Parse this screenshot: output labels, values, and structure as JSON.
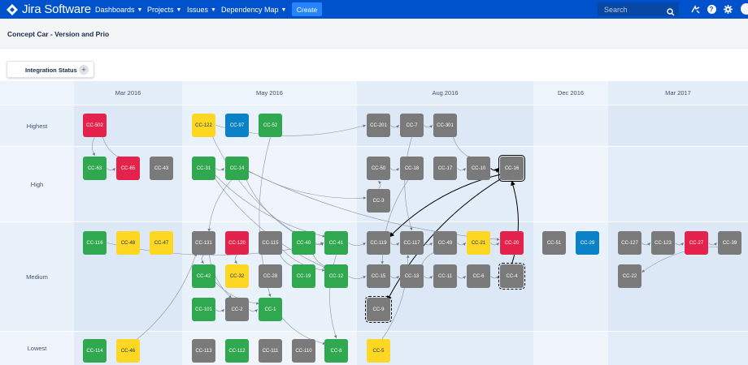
{
  "app": {
    "name": "Jira Software"
  },
  "nav": {
    "menus": [
      {
        "label": "Dashboards"
      },
      {
        "label": "Projects"
      },
      {
        "label": "Issues"
      },
      {
        "label": "Dependency Map"
      }
    ],
    "create_label": "Create",
    "search_placeholder": "Search"
  },
  "page": {
    "title": "Concept Car - Version and Prio"
  },
  "integration": {
    "label": "Integration Status"
  },
  "matrix": {
    "columns": [
      "Mar 2016",
      "May 2016",
      "Aug 2016",
      "Dec 2016",
      "Mar 2017"
    ],
    "rows": [
      "Highest",
      "High",
      "Medium",
      "Lowest"
    ],
    "issues": [
      {
        "key": "CC-502",
        "color": "red"
      },
      {
        "key": "CC-63",
        "color": "green"
      },
      {
        "key": "CC-65",
        "color": "red"
      },
      {
        "key": "CC-43",
        "color": "grey"
      },
      {
        "key": "CC-116",
        "color": "green"
      },
      {
        "key": "CC-48",
        "color": "yellow"
      },
      {
        "key": "CC-47",
        "color": "yellow"
      },
      {
        "key": "CC-114",
        "color": "green"
      },
      {
        "key": "CC-46",
        "color": "yellow"
      },
      {
        "key": "CC-122",
        "color": "yellow"
      },
      {
        "key": "CC-97",
        "color": "blue"
      },
      {
        "key": "CC-52",
        "color": "green"
      },
      {
        "key": "CC-31",
        "color": "green"
      },
      {
        "key": "CC-14",
        "color": "green"
      },
      {
        "key": "CC-131",
        "color": "grey"
      },
      {
        "key": "CC-120",
        "color": "red"
      },
      {
        "key": "CC-115",
        "color": "grey"
      },
      {
        "key": "CC-40",
        "color": "green"
      },
      {
        "key": "CC-41",
        "color": "green"
      },
      {
        "key": "CC-42",
        "color": "green"
      },
      {
        "key": "CC-32",
        "color": "yellow"
      },
      {
        "key": "CC-28",
        "color": "grey"
      },
      {
        "key": "CC-19",
        "color": "green"
      },
      {
        "key": "CC-12",
        "color": "green"
      },
      {
        "key": "CC-101",
        "color": "green"
      },
      {
        "key": "CC-2",
        "color": "grey"
      },
      {
        "key": "CC-1",
        "color": "green"
      },
      {
        "key": "CC-113",
        "color": "grey"
      },
      {
        "key": "CC-112",
        "color": "green"
      },
      {
        "key": "CC-111",
        "color": "grey"
      },
      {
        "key": "CC-110",
        "color": "grey"
      },
      {
        "key": "CC-8",
        "color": "green"
      },
      {
        "key": "CC-201",
        "color": "grey"
      },
      {
        "key": "CC-7",
        "color": "grey"
      },
      {
        "key": "CC-301",
        "color": "grey"
      },
      {
        "key": "CC-50",
        "color": "grey"
      },
      {
        "key": "CC-18",
        "color": "grey"
      },
      {
        "key": "CC-17",
        "color": "grey"
      },
      {
        "key": "CC-10",
        "color": "grey"
      },
      {
        "key": "CC-16",
        "color": "grey",
        "state": "selected"
      },
      {
        "key": "CC-3",
        "color": "grey"
      },
      {
        "key": "CC-119",
        "color": "grey"
      },
      {
        "key": "CC-117",
        "color": "grey"
      },
      {
        "key": "CC-49",
        "color": "grey"
      },
      {
        "key": "CC-21",
        "color": "yellow"
      },
      {
        "key": "CC-20",
        "color": "red"
      },
      {
        "key": "CC-15",
        "color": "grey"
      },
      {
        "key": "CC-13",
        "color": "grey"
      },
      {
        "key": "CC-11",
        "color": "grey"
      },
      {
        "key": "CC-6",
        "color": "grey"
      },
      {
        "key": "CC-4",
        "color": "grey",
        "state": "dashed"
      },
      {
        "key": "CC-9",
        "color": "grey",
        "state": "dashed"
      },
      {
        "key": "CC-5",
        "color": "yellow"
      },
      {
        "key": "CC-51",
        "color": "grey"
      },
      {
        "key": "CC-29",
        "color": "blue"
      },
      {
        "key": "CC-127",
        "color": "grey"
      },
      {
        "key": "CC-123",
        "color": "grey"
      },
      {
        "key": "CC-27",
        "color": "red"
      },
      {
        "key": "CC-39",
        "color": "grey"
      },
      {
        "key": "CC-22",
        "color": "grey"
      }
    ],
    "links": [
      [
        "CC-502",
        "CC-63"
      ],
      [
        "CC-502",
        "CC-65"
      ],
      [
        "CC-63",
        "CC-65"
      ],
      [
        "CC-31",
        "CC-14"
      ],
      [
        "CC-122",
        "CC-40"
      ],
      [
        "CC-14",
        "CC-131"
      ],
      [
        "CC-14",
        "CC-40"
      ],
      [
        "CC-14",
        "CC-3"
      ],
      [
        "CC-31",
        "CC-12"
      ],
      [
        "CC-131",
        "CC-42"
      ],
      [
        "CC-131",
        "CC-2"
      ],
      [
        "CC-120",
        "CC-32"
      ],
      [
        "CC-115",
        "CC-19"
      ],
      [
        "CC-40",
        "CC-41"
      ],
      [
        "CC-40",
        "CC-12"
      ],
      [
        "CC-116",
        "CC-41"
      ],
      [
        "CC-2",
        "CC-1"
      ],
      [
        "CC-101",
        "CC-2"
      ],
      [
        "CC-1",
        "CC-8"
      ],
      [
        "CC-52",
        "CC-1"
      ],
      [
        "CC-42",
        "CC-1"
      ],
      [
        "CC-201",
        "CC-7"
      ],
      [
        "CC-7",
        "CC-301"
      ],
      [
        "CC-50",
        "CC-18"
      ],
      [
        "CC-17",
        "CC-10"
      ],
      [
        "CC-10",
        "CC-16"
      ],
      [
        "CC-16",
        "CC-9"
      ],
      [
        "CC-16",
        "CC-119"
      ],
      [
        "CC-4",
        "CC-16"
      ],
      [
        "CC-119",
        "CC-117"
      ],
      [
        "CC-117",
        "CC-49"
      ],
      [
        "CC-49",
        "CC-21"
      ],
      [
        "CC-21",
        "CC-20"
      ],
      [
        "CC-15",
        "CC-13"
      ],
      [
        "CC-13",
        "CC-11"
      ],
      [
        "CC-11",
        "CC-6"
      ],
      [
        "CC-6",
        "CC-4"
      ],
      [
        "CC-12",
        "CC-15"
      ],
      [
        "CC-41",
        "CC-119"
      ],
      [
        "CC-7",
        "CC-117"
      ],
      [
        "CC-301",
        "CC-10"
      ],
      [
        "CC-3",
        "CC-50"
      ],
      [
        "CC-127",
        "CC-123"
      ],
      [
        "CC-123",
        "CC-27"
      ],
      [
        "CC-27",
        "CC-39"
      ],
      [
        "CC-39",
        "CC-22"
      ],
      [
        "CC-122",
        "CC-201"
      ],
      [
        "CC-14",
        "CC-20"
      ],
      [
        "CC-5",
        "CC-117"
      ],
      [
        "CC-46",
        "CC-131"
      ],
      [
        "CC-41",
        "CC-8"
      ],
      [
        "CC-115",
        "CC-12"
      ],
      [
        "CC-31",
        "CC-41"
      ],
      [
        "CC-18",
        "CC-15"
      ],
      [
        "CC-49",
        "CC-13"
      ]
    ]
  },
  "colors": {
    "nav_bg": "#0052cc",
    "green": "#2fa84f",
    "red": "#e3234b",
    "grey": "#7a7a7a",
    "yellow": "#fdd722",
    "blue": "#0b82c8"
  }
}
